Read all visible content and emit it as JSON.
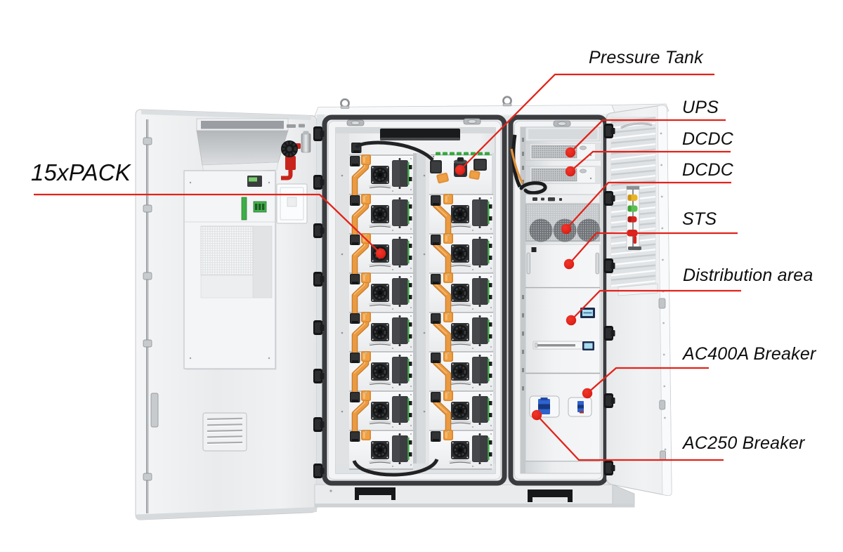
{
  "diagram": {
    "subject": "battery energy storage cabinet cutaway",
    "accent_color": "#e2231a",
    "text_color": "#0e0e0e",
    "background_color": "#ffffff"
  },
  "annotations": [
    {
      "id": "pack",
      "label": "15xPACK"
    },
    {
      "id": "pressure-tank",
      "label": "Pressure Tank"
    },
    {
      "id": "ups",
      "label": "UPS"
    },
    {
      "id": "dcdc-1",
      "label": "DCDC"
    },
    {
      "id": "dcdc-2",
      "label": "DCDC"
    },
    {
      "id": "sts",
      "label": "STS"
    },
    {
      "id": "distribution-area",
      "label": "Distribution area"
    },
    {
      "id": "ac400a-breaker",
      "label": "AC400A Breaker"
    },
    {
      "id": "ac250-breaker",
      "label": "AC250 Breaker"
    }
  ]
}
